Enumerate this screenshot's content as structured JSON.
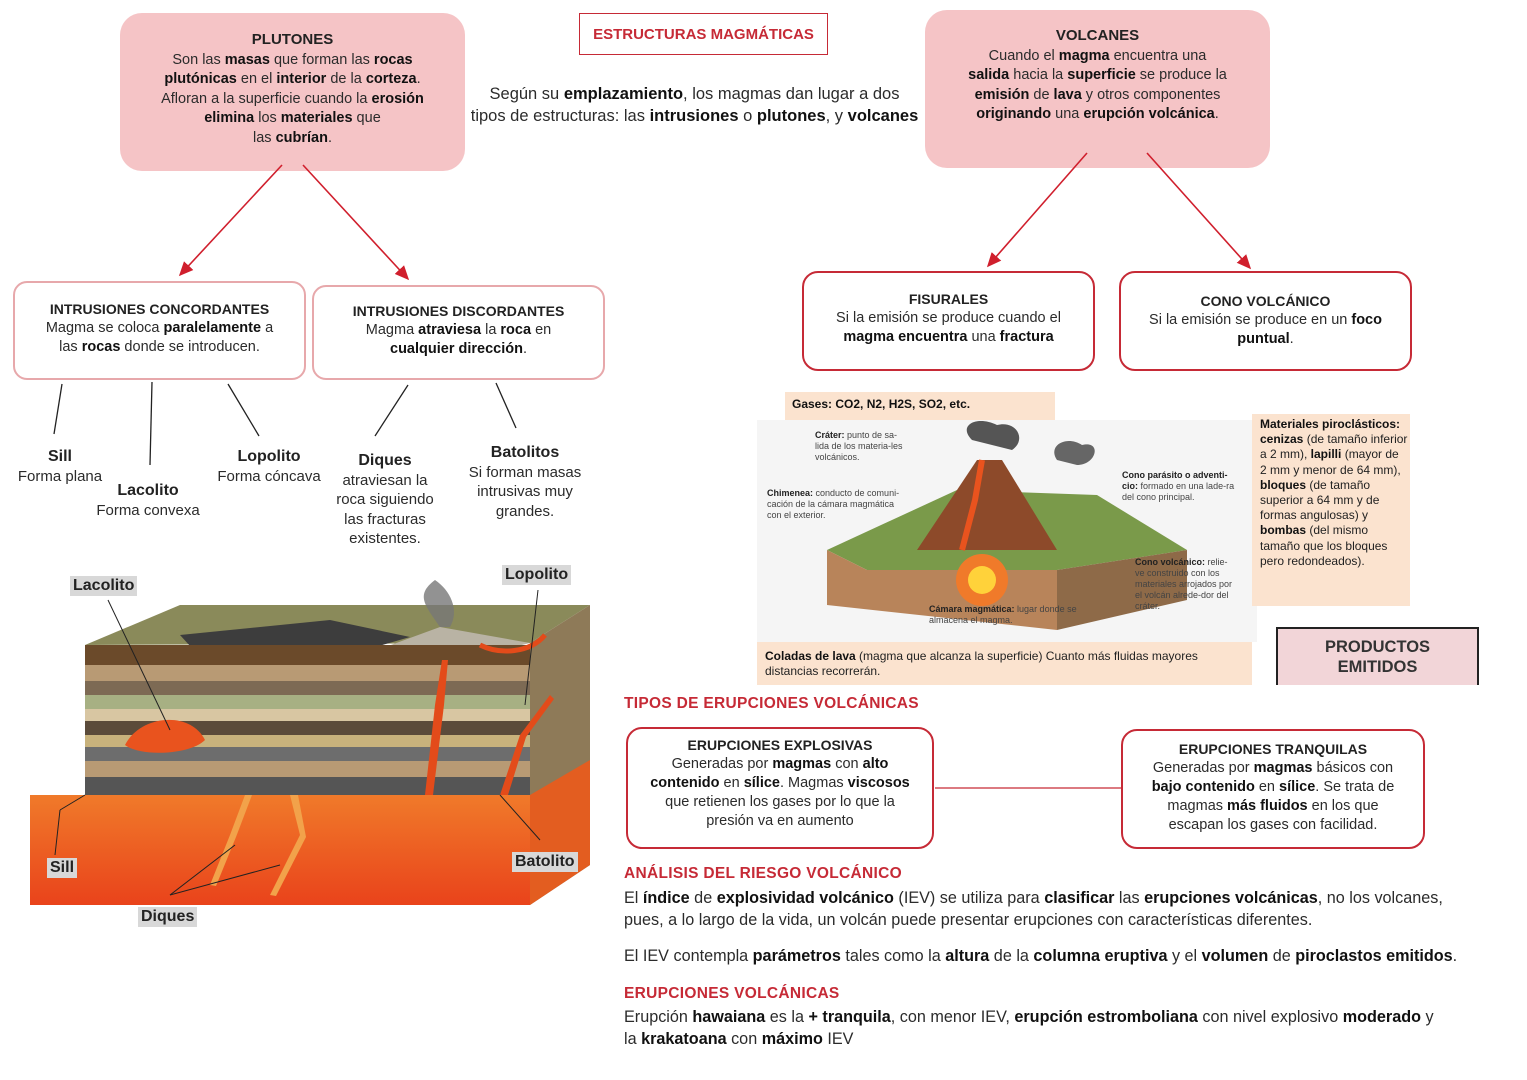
{
  "title": "ESTRUCTURAS MAGMÁTICAS",
  "intro": {
    "p1": "Según su ",
    "b1": "emplazamiento",
    "p2": ", los magmas dan lugar a dos",
    "p3": "tipos de estructuras: las ",
    "b2": "intrusiones",
    "p4": " o ",
    "b3": "plutones",
    "p5": ", y ",
    "b4": "volcanes"
  },
  "plutones": {
    "title": "PLUTONES",
    "l1a": "Son las ",
    "l1b": "masas",
    "l1c": " que forman las ",
    "l1d": "rocas",
    "l2a": "plutónicas",
    "l2b": " en el ",
    "l2c": "interior",
    "l2d": " de la ",
    "l2e": "corteza",
    "l2f": ".",
    "l3a": "Afloran a la superficie cuando la ",
    "l3b": "erosión",
    "l4a": "elimina",
    "l4b": " los ",
    "l4c": "materiales",
    "l4d": " que",
    "l5a": "las ",
    "l5b": "cubrían",
    "l5c": "."
  },
  "volcanes": {
    "title": "VOLCANES",
    "l1a": "Cuando el ",
    "l1b": "magma",
    "l1c": " encuentra una",
    "l2a": "salida",
    "l2b": " hacia la ",
    "l2c": "superficie",
    "l2d": " se produce la",
    "l3a": "emisión",
    "l3b": " de ",
    "l3c": "lava",
    "l3d": " y otros componentes",
    "l4a": "originando",
    "l4b": " una ",
    "l4c": "erupción volcánica",
    "l4d": "."
  },
  "concordantes": {
    "title": "INTRUSIONES CONCORDANTES",
    "l1a": "Magma se coloca ",
    "l1b": "paralelamente",
    "l1c": " a",
    "l2a": "las ",
    "l2b": "rocas",
    "l2c": " donde se introducen."
  },
  "discordantes": {
    "title": "INTRUSIONES DISCORDANTES",
    "l1a": "Magma ",
    "l1b": "atraviesa",
    "l1c": " la ",
    "l1d": "roca",
    "l1e": " en",
    "l2a": "cualquier dirección",
    "l2b": "."
  },
  "fisurales": {
    "title": "FISURALES",
    "l1": "Si la emisión se produce cuando el",
    "l2a": "magma encuentra",
    "l2b": " una ",
    "l2c": "fractura"
  },
  "cono": {
    "title": "CONO VOLCÁNICO",
    "l1a": "Si la emisión se produce en un ",
    "l1b": "foco",
    "l2a": "puntual",
    "l2b": "."
  },
  "types": {
    "sill": {
      "name": "Sill",
      "desc": "Forma plana"
    },
    "lacolito": {
      "name": "Lacolito",
      "desc": "Forma convexa"
    },
    "lopolito": {
      "name": "Lopolito",
      "desc": "Forma cóncava"
    },
    "diques": {
      "name": "Diques",
      "d1": "atraviesan la",
      "d2": "roca siguiendo",
      "d3": "las fracturas",
      "d4": "existentes."
    },
    "batolitos": {
      "name": "Batolitos",
      "d1": "Si forman masas",
      "d2": "intrusivas muy",
      "d3": "grandes."
    }
  },
  "image_labels": {
    "lacolito": "Lacolito",
    "lopolito": "Lopolito",
    "sill": "Sill",
    "batolito": "Batolito",
    "diques": "Diques"
  },
  "volcano_fig": {
    "gases": "Gases: CO2, N2, H2S, SO2, etc.",
    "crater_b": "Cráter:",
    "crater": " punto de sa-lida de los materia-les volcánicos.",
    "chimenea_b": "Chimenea:",
    "chimenea": " conducto de comuni-cación de la cámara magmática con el exterior.",
    "parasito_b": "Cono parásito o adventi-cio:",
    "parasito": " formado en una lade-ra del cono principal.",
    "cono_b": "Cono volcánico:",
    "cono": " relie-ve construido con los materiales arrojados por el volcán alrede-dor del cráter.",
    "camara_b": "Cámara magmática:",
    "camara": " lugar donde se almacena el magma.",
    "coladas_b": "Coladas de lava",
    "coladas": " (magma que alcanza la superficie) Cuanto más fluidas mayores distancias recorrerán.",
    "piro_title": "Materiales piroclásticos:",
    "piro_1b": "cenizas",
    "piro_1": " (de tamaño inferior a 2 mm), ",
    "piro_2b": "lapilli",
    "piro_2": " (mayor de 2 mm y menor de 64 mm), ",
    "piro_3b": "bloques",
    "piro_3": " (de tamaño superior a 64 mm y de formas angulosas) y ",
    "piro_4b": "bombas",
    "piro_4": " (del mismo tamaño que los bloques pero redondeados).",
    "productos": "PRODUCTOS EMITIDOS"
  },
  "tipos_title": "TIPOS DE ERUPCIONES VOLCÁNICAS",
  "explosivas": {
    "title": "ERUPCIONES EXPLOSIVAS",
    "l1a": "Generadas por ",
    "l1b": "magmas",
    "l1c": " con ",
    "l1d": "alto",
    "l2a": "contenido",
    "l2b": " en ",
    "l2c": "sílice",
    "l2d": ". Magmas ",
    "l2e": "viscosos",
    "l3": "que retienen los gases por lo que la",
    "l4": "presión va en aumento"
  },
  "tranquilas": {
    "title": "ERUPCIONES TRANQUILAS",
    "l1a": "Generadas por ",
    "l1b": "magmas",
    "l1c": " básicos con",
    "l2a": "bajo contenido",
    "l2b": " en ",
    "l2c": "sílice",
    "l2d": ". Se trata de",
    "l3a": "magmas ",
    "l3b": "más fluidos",
    "l3c": " en los que",
    "l4": "escapan los gases con facilidad."
  },
  "riesgo": {
    "title": "ANÁLISIS DEL RIESGO VOLCÁNICO",
    "p1a": "El ",
    "p1b": "índice",
    "p1c": " de ",
    "p1d": "explosividad volcánico",
    "p1e": " (IEV) se utiliza para ",
    "p1f": "clasificar",
    "p1g": " las ",
    "p1h": "erupciones volcánicas",
    "p1i": ", no los volcanes,",
    "p1j": "pues, a lo largo de la vida, un volcán puede presentar erupciones con características diferentes.",
    "p2a": "El IEV contempla ",
    "p2b": "parámetros",
    "p2c": " tales como la ",
    "p2d": "altura",
    "p2e": " de la ",
    "p2f": "columna eruptiva",
    "p2g": " y el ",
    "p2h": "volumen",
    "p2i": " de ",
    "p2j": "piroclastos emitidos",
    "p2k": "."
  },
  "erupciones": {
    "title": "ERUPCIONES VOLCÁNICAS",
    "a": "Erupción ",
    "b": "hawaiana",
    "c": " es la ",
    "d": "+ tranquila",
    "e": ", con menor IEV, ",
    "f": "erupción estromboliana",
    "g": " con nivel explosivo ",
    "h": "moderado",
    "i": " y",
    "j": "la ",
    "k": "krakatoana",
    "l": " con ",
    "m": "máximo",
    "n": " IEV"
  },
  "colors": {
    "accent": "#c62a36",
    "pink": "#f5c4c6",
    "arrow": "#d01f2d"
  }
}
